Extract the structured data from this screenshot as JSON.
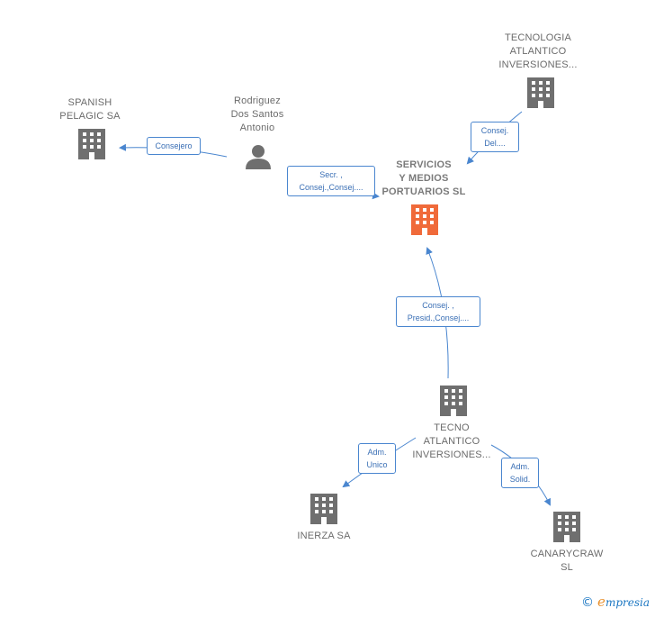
{
  "nodes": {
    "main": {
      "lines": [
        "SERVICIOS",
        "Y MEDIOS",
        "PORTUARIOS SL"
      ],
      "color": "#f06a3a"
    },
    "tecnologia": {
      "lines": [
        "TECNOLOGIA",
        "ATLANTICO",
        "INVERSIONES..."
      ]
    },
    "spanish": {
      "lines": [
        "SPANISH",
        "PELAGIC SA"
      ]
    },
    "rodriguez": {
      "lines": [
        "Rodriguez",
        "Dos Santos",
        "Antonio"
      ]
    },
    "tecno": {
      "lines": [
        "TECNO",
        "ATLANTICO",
        "INVERSIONES..."
      ]
    },
    "inerza": {
      "lines": [
        "INERZA SA"
      ]
    },
    "canarycraw": {
      "lines": [
        "CANARYCRAW",
        "SL"
      ]
    }
  },
  "edges": {
    "consejero": {
      "lines": [
        "Consejero"
      ]
    },
    "secr": {
      "lines": [
        "Secr. ,",
        "Consej.,Consej...."
      ]
    },
    "consej_del": {
      "lines": [
        "Consej.",
        "Del...."
      ]
    },
    "consej_presid": {
      "lines": [
        "Consej. ,",
        "Presid.,Consej...."
      ]
    },
    "adm_unico": {
      "lines": [
        "Adm.",
        "Unico"
      ]
    },
    "adm_solid": {
      "lines": [
        "Adm.",
        "Solid."
      ]
    }
  },
  "colors": {
    "building": "#6f6f6f",
    "main_building": "#f06a3a",
    "edge": "#4a86cf"
  },
  "icons": {
    "company": "building-icon",
    "person": "person-icon"
  },
  "brand": {
    "copyright": "©",
    "initial": "e",
    "rest": "mpresia"
  }
}
